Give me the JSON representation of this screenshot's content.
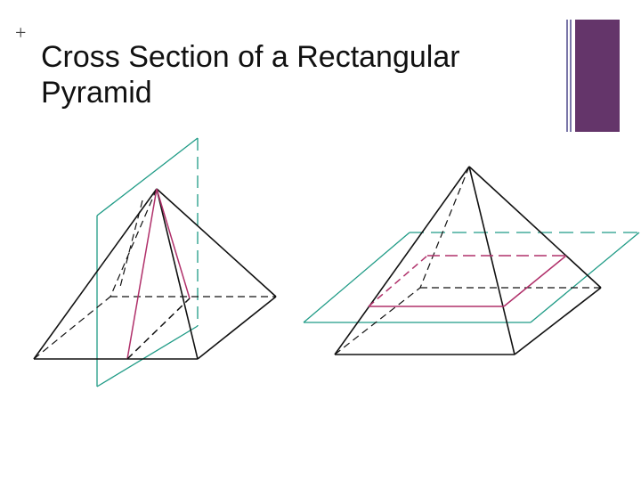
{
  "slide": {
    "bullet_symbol": "+",
    "title_lines": [
      "Cross Section of a Rectangular",
      "Pyramid"
    ]
  },
  "colors": {
    "accent": "#64356a",
    "accent_outline": "#7a76a8",
    "edge": "#111111",
    "plane": "#1f9b86",
    "cross_section": "#b0306a"
  },
  "figures": [
    {
      "name": "vertical-cross-section",
      "plane": "vertical",
      "section_shape": "triangle"
    },
    {
      "name": "horizontal-cross-section",
      "plane": "horizontal",
      "section_shape": "rectangle"
    }
  ]
}
